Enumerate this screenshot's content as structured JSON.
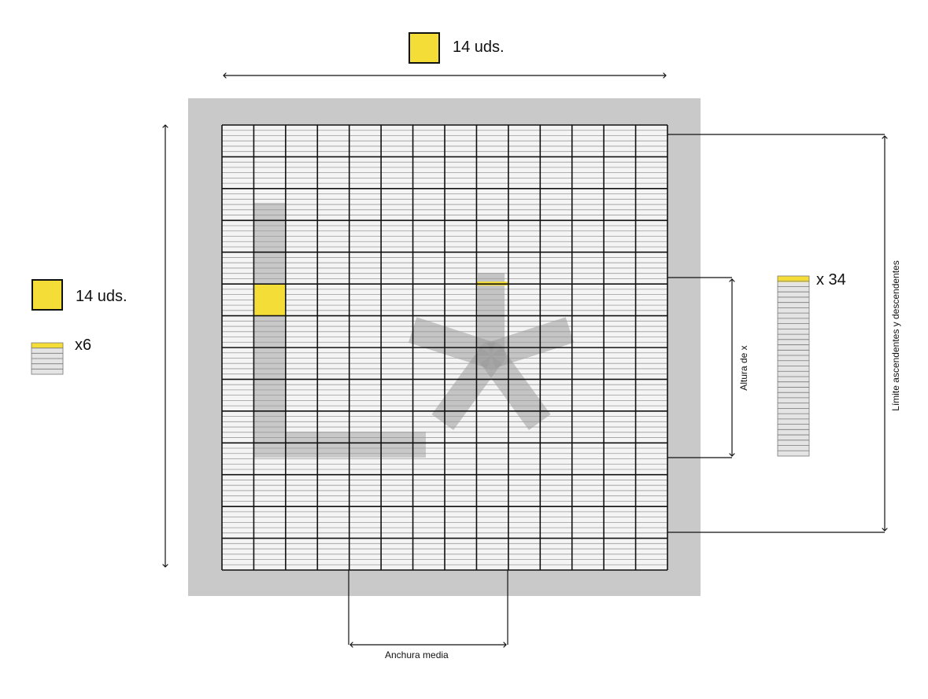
{
  "colors": {
    "accent": "#F5DD37",
    "outer_frame": "#C9C9C9",
    "cell_fill": "#F4F4F4",
    "cell_lines": "#9A9A9A",
    "cell_border": "#111111",
    "glyph_shape": "#9C9C9C"
  },
  "grid": {
    "columns": 14,
    "rows": 14,
    "lines_per_cell": 6,
    "highlighted_cell": {
      "row": 5,
      "col": 1
    },
    "highlighted_line": {
      "row": 5,
      "col": 8,
      "line": 0
    }
  },
  "labels": {
    "top_units": "14 uds.",
    "left_units": "14 uds.",
    "left_lines": "x6",
    "right_lines": "x 34",
    "x_height": "Altura de x",
    "ascender_descender": "Límite ascendentes y descendentes",
    "average_width": "Anchura media"
  },
  "legend": {
    "right_stack_lines": 34
  },
  "icons": {
    "unit_swatch": "yellow-square-icon",
    "line_stack": "line-stack-icon",
    "dimension_arrow": "double-arrow-icon"
  }
}
